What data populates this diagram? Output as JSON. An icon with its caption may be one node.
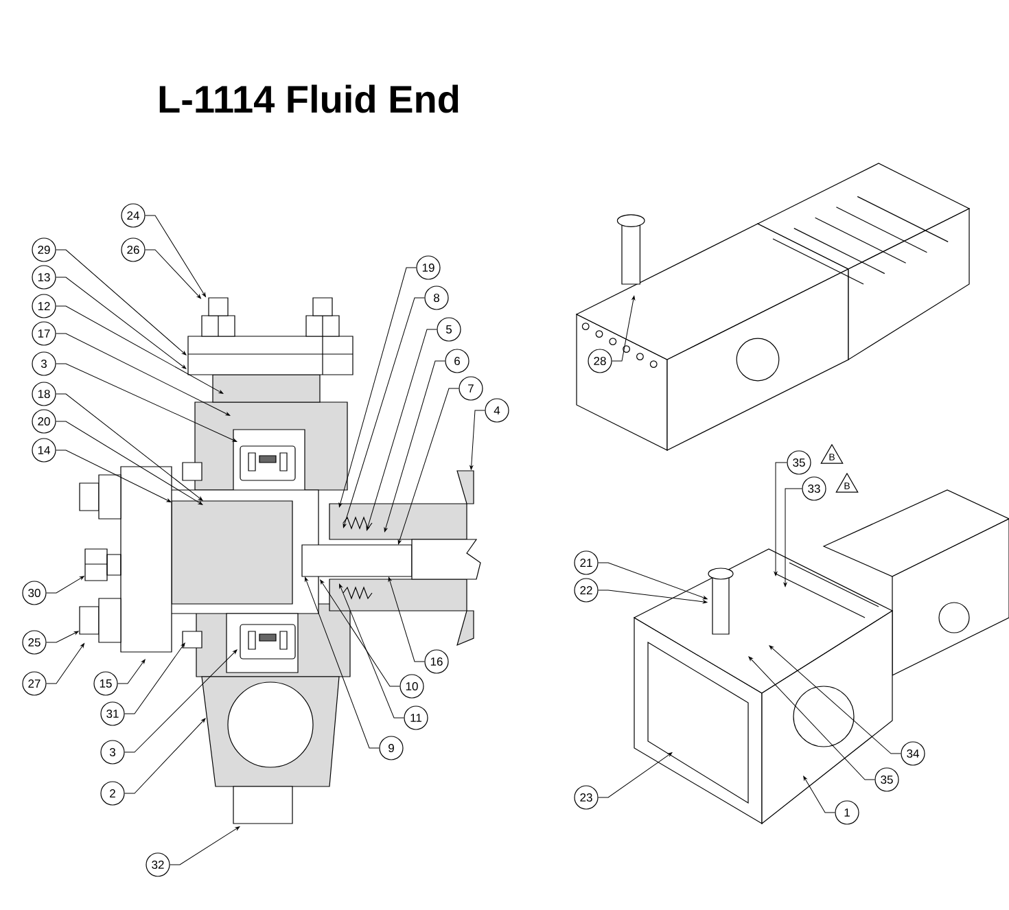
{
  "diagram": {
    "title": "L-1114 Fluid End",
    "nodes": [
      {
        "text": [
          "24"
        ]
      },
      {
        "text": [
          "26"
        ]
      },
      {
        "text": [
          "29"
        ]
      },
      {
        "text": [
          "13"
        ]
      },
      {
        "text": [
          "12"
        ]
      },
      {
        "text": [
          "17"
        ]
      },
      {
        "text": [
          "3"
        ]
      },
      {
        "text": [
          "18"
        ]
      },
      {
        "text": [
          "20"
        ]
      },
      {
        "text": [
          "14"
        ]
      },
      {
        "text": [
          "30"
        ]
      },
      {
        "text": [
          "25"
        ]
      },
      {
        "text": [
          "27"
        ]
      },
      {
        "text": [
          "15"
        ]
      },
      {
        "text": [
          "31"
        ]
      },
      {
        "text": [
          "3"
        ]
      },
      {
        "text": [
          "2"
        ]
      },
      {
        "text": [
          "32"
        ]
      },
      {
        "text": [
          "19"
        ]
      },
      {
        "text": [
          "8"
        ]
      },
      {
        "text": [
          "5"
        ]
      },
      {
        "text": [
          "6"
        ]
      },
      {
        "text": [
          "7"
        ]
      },
      {
        "text": [
          "4"
        ]
      },
      {
        "text": [
          "16"
        ]
      },
      {
        "text": [
          "10"
        ]
      },
      {
        "text": [
          "11"
        ]
      },
      {
        "text": [
          "9"
        ]
      },
      {
        "text": [
          "28"
        ]
      },
      {
        "text": [
          "35"
        ]
      },
      {
        "text": [
          "33"
        ]
      },
      {
        "text": [
          "21"
        ]
      },
      {
        "text": [
          "22"
        ]
      },
      {
        "text": [
          "23"
        ]
      },
      {
        "text": [
          "34"
        ]
      },
      {
        "text": [
          "35"
        ]
      },
      {
        "text": [
          "1"
        ]
      },
      {
        "text": [],
        "shape": "picture"
      },
      {
        "text": [],
        "shape": "picture"
      },
      {
        "text": [],
        "shape": "picture"
      },
      {
        "text": [],
        "shape": "cylinder"
      },
      {
        "text": [],
        "shape": "box"
      }
    ],
    "edges": [
      {
        "from": 0,
        "to": 37,
        "arrow": "to"
      },
      {
        "from": 1,
        "to": 37,
        "arrow": "to"
      },
      {
        "from": 2,
        "to": null,
        "arrow": "to"
      },
      {
        "from": 3,
        "to": null,
        "arrow": "to"
      },
      {
        "from": 4,
        "to": null,
        "arrow": "to"
      },
      {
        "from": 5,
        "to": null,
        "arrow": "to"
      },
      {
        "from": 6,
        "to": null,
        "arrow": "to"
      },
      {
        "from": 7,
        "to": null,
        "arrow": "to"
      },
      {
        "from": 8,
        "to": null,
        "arrow": "to"
      },
      {
        "from": 9,
        "to": null,
        "arrow": "to"
      },
      {
        "from": 10,
        "to": 38,
        "arrow": "to"
      },
      {
        "from": 11,
        "to": 41,
        "arrow": "to"
      },
      {
        "from": 12,
        "to": 41,
        "arrow": "to"
      },
      {
        "from": 13,
        "to": null,
        "arrow": "to"
      },
      {
        "from": 14,
        "to": null,
        "arrow": "to"
      },
      {
        "from": 15,
        "to": null,
        "arrow": "to"
      },
      {
        "from": 16,
        "to": null,
        "arrow": "to"
      },
      {
        "from": 17,
        "to": null,
        "arrow": "to"
      },
      {
        "from": 18,
        "to": null,
        "arrow": "to"
      },
      {
        "from": 19,
        "to": null,
        "arrow": "to"
      },
      {
        "from": 20,
        "to": null,
        "arrow": "to"
      },
      {
        "from": 21,
        "to": null,
        "arrow": "to"
      },
      {
        "from": 22,
        "to": null,
        "arrow": "to"
      },
      {
        "from": 23,
        "to": 39,
        "arrow": "to"
      },
      {
        "from": 24,
        "to": null,
        "arrow": "to"
      },
      {
        "from": 25,
        "to": null,
        "arrow": "to"
      },
      {
        "from": 26,
        "to": null,
        "arrow": "to"
      },
      {
        "from": 27,
        "to": null,
        "arrow": "to"
      },
      {
        "from": 28,
        "to": null,
        "arrow": "to"
      },
      {
        "from": 29,
        "to": null,
        "arrow": "to"
      },
      {
        "from": 30,
        "to": null,
        "arrow": "to"
      },
      {
        "from": 31,
        "to": 40,
        "arrow": "to"
      },
      {
        "from": 32,
        "to": 40,
        "arrow": "to"
      },
      {
        "from": 33,
        "to": null,
        "arrow": "to"
      },
      {
        "from": 34,
        "to": null,
        "arrow": "to"
      },
      {
        "from": 35,
        "to": null,
        "arrow": "to"
      },
      {
        "from": 36,
        "to": null,
        "arrow": "to"
      }
    ],
    "labels": [
      "B",
      "B"
    ]
  }
}
